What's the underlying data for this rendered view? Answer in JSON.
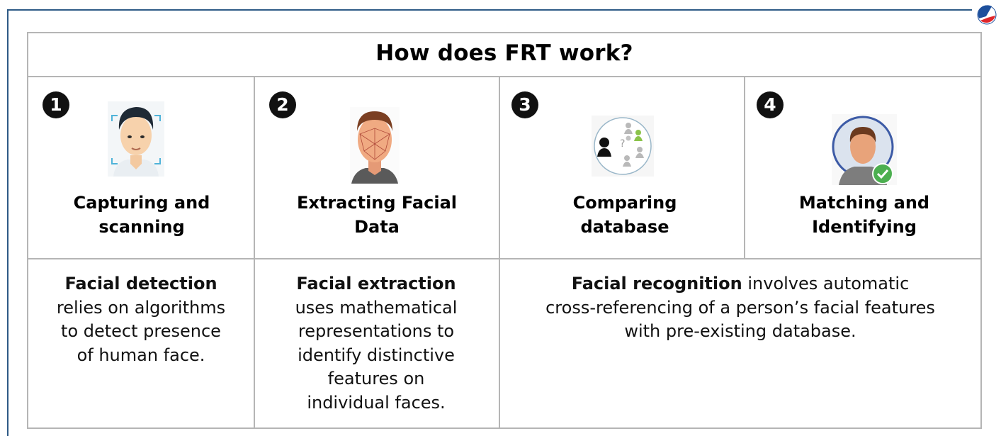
{
  "title": "How does FRT work?",
  "steps": [
    {
      "number": "1",
      "label_line1": "Capturing and",
      "label_line2": "scanning"
    },
    {
      "number": "2",
      "label_line1": "Extracting Facial",
      "label_line2": "Data"
    },
    {
      "number": "3",
      "label_line1": "Comparing",
      "label_line2": "database"
    },
    {
      "number": "4",
      "label_line1": "Matching and",
      "label_line2": "Identifying"
    }
  ],
  "descriptions": [
    {
      "bold": "Facial detection",
      "lines": [
        "relies on algorithms",
        "to detect presence",
        "of human face."
      ]
    },
    {
      "bold": "Facial extraction",
      "lines": [
        "uses mathematical",
        "representations to",
        "identify distinctive",
        "features on",
        "individual faces."
      ]
    },
    {
      "bold": "Facial recognition",
      "first_line_rest": " involves automatic",
      "lines": [
        "cross-referencing of a person’s facial features",
        "with pre-existing database."
      ]
    }
  ],
  "colors": {
    "frame": "#2e5a86",
    "grid": "#b5b5b5",
    "logo_blue": "#1d4f9c",
    "logo_red": "#e0262a",
    "check_green": "#4caf50"
  },
  "icons": [
    "face-scan-icon",
    "face-mesh-icon",
    "database-compare-icon",
    "identity-match-icon"
  ]
}
